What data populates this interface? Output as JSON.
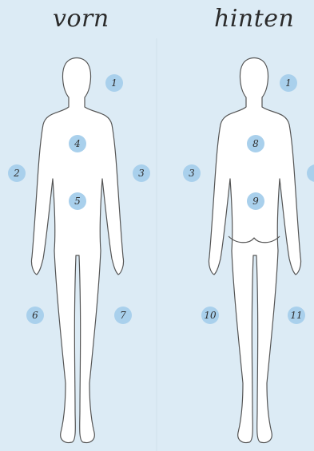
{
  "front": {
    "label": "vorn",
    "markers": {
      "head": "1",
      "chest": "4",
      "right_arm": "2",
      "left_arm": "3",
      "belly": "5",
      "right_leg": "6",
      "left_leg": "7"
    }
  },
  "back": {
    "label": "hinten",
    "markers": {
      "head": "1",
      "upper_back": "8",
      "right_arm": "3",
      "lower_back": "9",
      "right_leg": "10",
      "left_leg": "11"
    }
  },
  "colors": {
    "background": "#dcebf5",
    "badge": "#a9d0ec",
    "figure_fill": "#ffffff",
    "figure_outline": "#555555"
  }
}
